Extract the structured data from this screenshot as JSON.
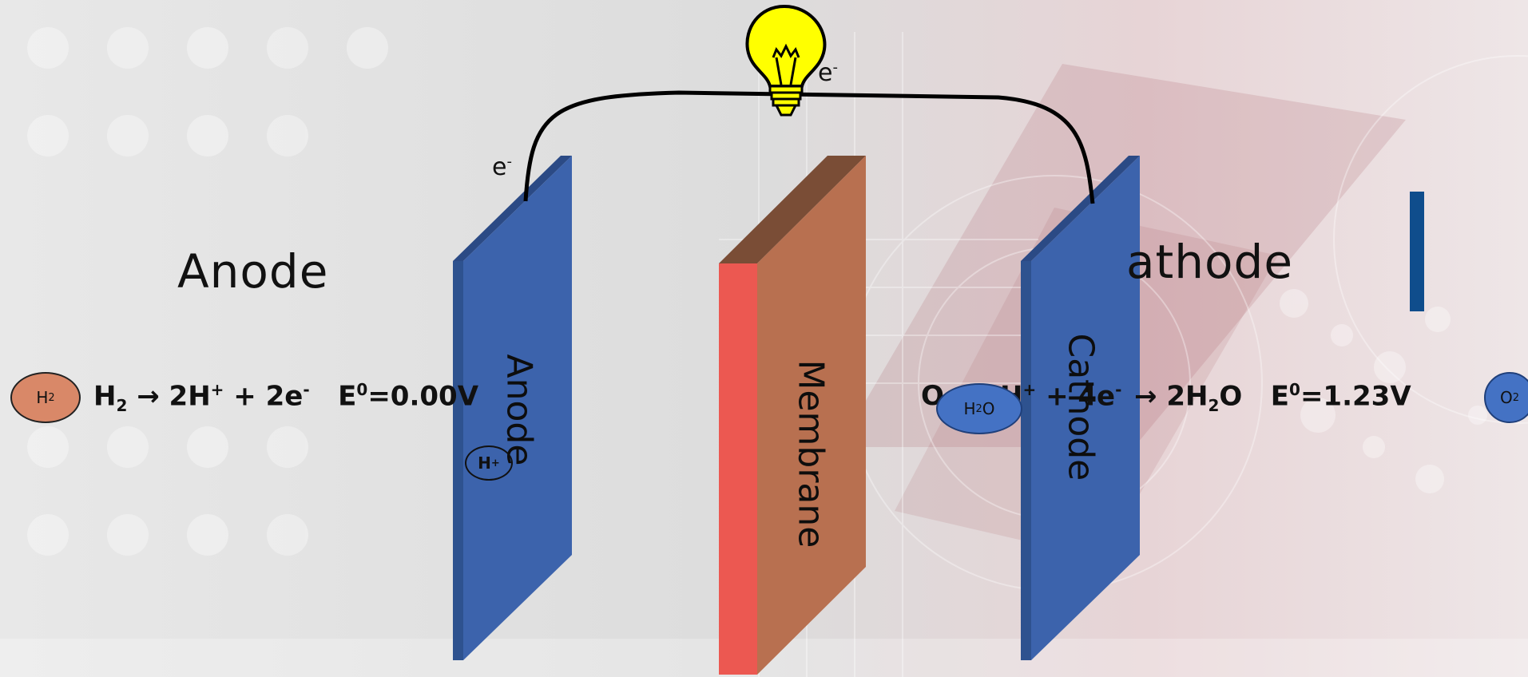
{
  "labels": {
    "anode_side_title": "Anode",
    "cathode_side_title": "athode",
    "anode_plate": "Anode",
    "membrane": "Membrane",
    "cathode_plate": "Cathode",
    "electron_left": "e",
    "electron_right": "e",
    "electron_charge": "-"
  },
  "anode_equation": {
    "h2": "H",
    "sub2": "2",
    "arrow": " → 2H",
    "plus": "+",
    "rest": " + 2e",
    "minus": "-",
    "potential_e": "E",
    "potential_sup": "0",
    "potential_val": "=0.00V"
  },
  "cathode_equation": {
    "o": "O",
    "h_plus_tail": "H",
    "plus": "+",
    "mid": " + 4e",
    "minus": "-",
    "arrow": " → 2H",
    "sub2": "2",
    "o_end": "O",
    "potential_e": "E",
    "potential_sup": "0",
    "potential_val": "=1.23V"
  },
  "molecules": {
    "h2": {
      "base": "H",
      "sub": "2"
    },
    "h_plus": {
      "base": "H",
      "sup": "+"
    },
    "h2o": {
      "base": "H",
      "sub": "2",
      "tail": "O"
    },
    "o2": {
      "base": "O",
      "sub": "2"
    }
  },
  "colors": {
    "electrode_front": "#3c63ac",
    "electrode_top": "#2b4a85",
    "membrane_front": "#ec5851",
    "membrane_side": "#b87050",
    "membrane_top": "#7a4d36",
    "h2_molecule": "#d98868",
    "h2o_molecule": "#4472c4",
    "bulb": "#ffff00",
    "wire": "#000000"
  },
  "icons": {
    "bulb": "light-bulb-icon"
  }
}
